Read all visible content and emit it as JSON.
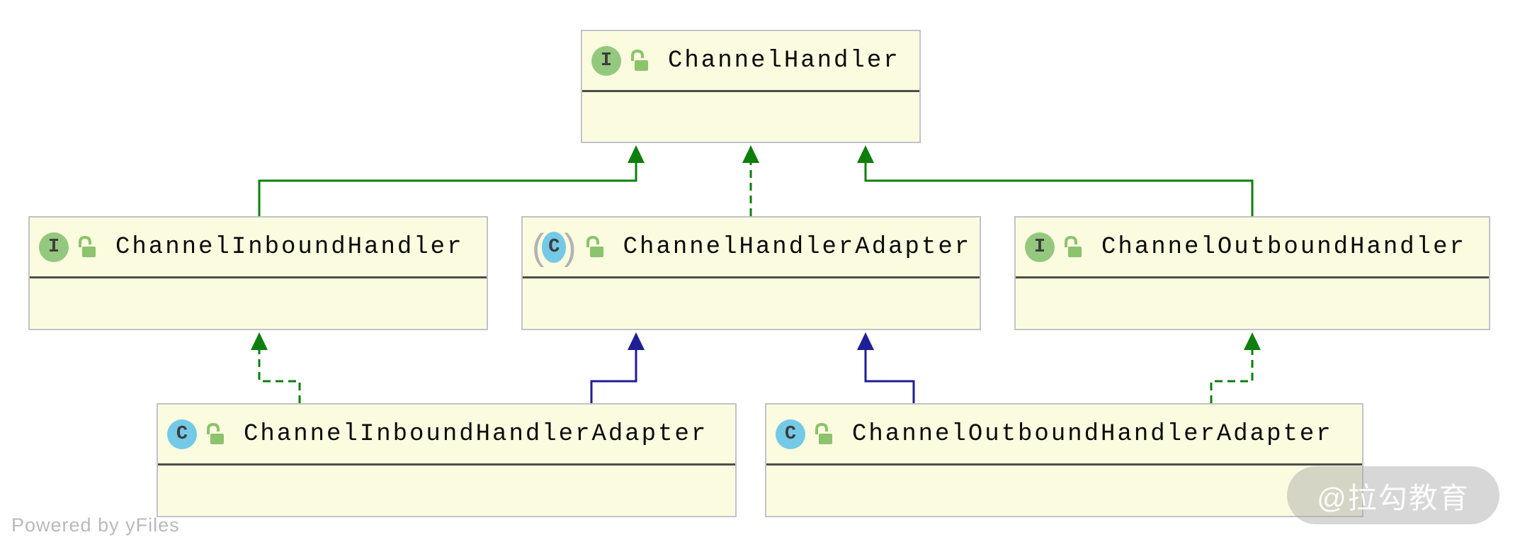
{
  "diagram": {
    "title_hint": "Netty ChannelHandler class hierarchy",
    "classes": [
      {
        "name": "ChannelHandler",
        "kind": "interface",
        "badge_letter": "I",
        "visibility": "public"
      },
      {
        "name": "ChannelInboundHandler",
        "kind": "interface",
        "badge_letter": "I",
        "visibility": "public"
      },
      {
        "name": "ChannelHandlerAdapter",
        "kind": "abstract-class",
        "badge_letter": "C",
        "visibility": "public"
      },
      {
        "name": "ChannelOutboundHandler",
        "kind": "interface",
        "badge_letter": "I",
        "visibility": "public"
      },
      {
        "name": "ChannelInboundHandlerAdapter",
        "kind": "class",
        "badge_letter": "C",
        "visibility": "public"
      },
      {
        "name": "ChannelOutboundHandlerAdapter",
        "kind": "class",
        "badge_letter": "C",
        "visibility": "public"
      }
    ],
    "abstract_decorators": {
      "open": "(",
      "close": ")"
    },
    "relationships": [
      {
        "from": "ChannelInboundHandler",
        "to": "ChannelHandler",
        "type": "extends",
        "line": "solid",
        "color": "#0e7e0e"
      },
      {
        "from": "ChannelHandlerAdapter",
        "to": "ChannelHandler",
        "type": "implements",
        "line": "dashed",
        "color": "#0e7e0e"
      },
      {
        "from": "ChannelOutboundHandler",
        "to": "ChannelHandler",
        "type": "extends",
        "line": "solid",
        "color": "#0e7e0e"
      },
      {
        "from": "ChannelInboundHandlerAdapter",
        "to": "ChannelInboundHandler",
        "type": "implements",
        "line": "dashed",
        "color": "#0e7e0e"
      },
      {
        "from": "ChannelInboundHandlerAdapter",
        "to": "ChannelHandlerAdapter",
        "type": "extends",
        "line": "solid",
        "color": "#1e1e96"
      },
      {
        "from": "ChannelOutboundHandlerAdapter",
        "to": "ChannelHandlerAdapter",
        "type": "extends",
        "line": "solid",
        "color": "#1e1e96"
      },
      {
        "from": "ChannelOutboundHandlerAdapter",
        "to": "ChannelOutboundHandler",
        "type": "implements",
        "line": "dashed",
        "color": "#0e7e0e"
      }
    ]
  },
  "icons": {
    "interface_badge": "interface-icon",
    "class_badge": "class-icon",
    "abstract_class_badge": "abstract-class-icon",
    "visibility_lock": "public-lock-icon"
  },
  "colors": {
    "node_fill": "#fbfbdf",
    "node_border": "#c2c2c2",
    "compartment_separator": "#4d4d4d",
    "edge_green": "#0e7e0e",
    "edge_navy": "#1e1e96",
    "interface_badge_bg": "#94c87e",
    "class_badge_bg": "#74c9e7",
    "lock_green": "#8cc36d",
    "credit_gray": "#b9b9b9",
    "watermark_bg": "#a7a7a7"
  },
  "footer": {
    "credit": "Powered by yFiles"
  },
  "watermark": {
    "text": "@拉勾教育"
  }
}
